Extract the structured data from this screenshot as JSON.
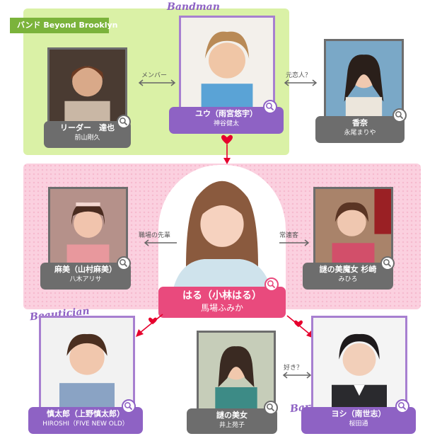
{
  "group": {
    "tag": "バンド Beyond Brooklyn"
  },
  "tags": {
    "bandman": "Bandman",
    "beautician": "Beautician",
    "bartender": "Bartender"
  },
  "characters": [
    {
      "id": "leader",
      "role": "リーダー　達也",
      "actor": "前山剛久"
    },
    {
      "id": "yu",
      "role": "ユウ（雨宮悠宇）",
      "actor": "神谷健太"
    },
    {
      "id": "kana",
      "role": "香奈",
      "actor": "永尾まりや"
    },
    {
      "id": "asami",
      "role": "麻美（山村麻美）",
      "actor": "八木アリサ"
    },
    {
      "id": "haru",
      "role": "はる（小林はる）",
      "actor": "馬場ふみか"
    },
    {
      "id": "sugisaki",
      "role": "謎の美魔女 杉崎",
      "actor": "みひろ"
    },
    {
      "id": "shintaro",
      "role": "慎太郎（上野慎太郎）",
      "actor": "HIROSHI（FIVE NEW OLD）"
    },
    {
      "id": "nazo",
      "role": "謎の美女",
      "actor": "井上苑子"
    },
    {
      "id": "yoshi",
      "role": "ヨシ（南世志）",
      "actor": "桜田通"
    }
  ],
  "relations": {
    "member": "メンバー",
    "ex_lover": "元恋人？",
    "senior": "職場の先輩",
    "regular": "常連客",
    "likes": "好き？"
  },
  "colors": {
    "green_panel": "#daf1a6",
    "pink_panel": "#fbd0df",
    "gray_plate": "#6d6d6d",
    "purple_plate": "#8e62c4",
    "pink_plate": "#e94a7d",
    "heart_red": "#e6002d"
  },
  "icons": [
    "search-icon",
    "heart-arrow-icon",
    "double-arrow-icon"
  ]
}
